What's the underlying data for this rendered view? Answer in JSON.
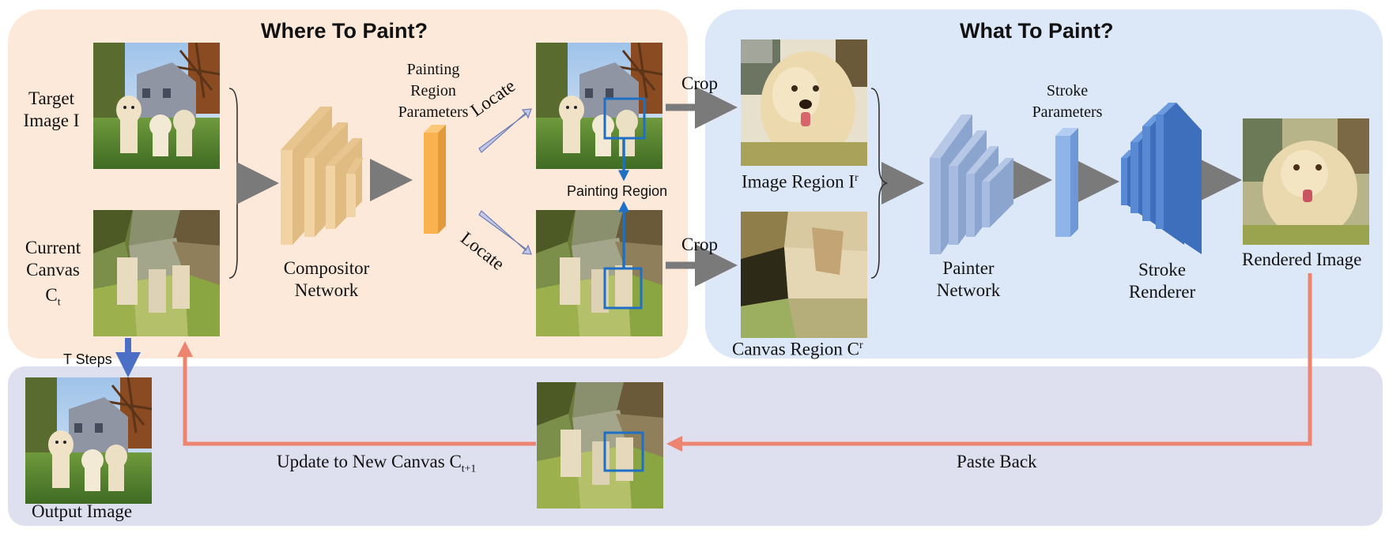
{
  "sections": {
    "where_title": "Where To Paint?",
    "what_title": "What To Paint?"
  },
  "labels": {
    "target_image": "Target\nImage I",
    "current_canvas": "Current\nCanvas",
    "current_canvas_symbol": "C",
    "current_canvas_sub": "t",
    "compositor_network": "Compositor\nNetwork",
    "painting_region_parameters": "Painting\nRegion\nParameters",
    "locate_up": "Locate",
    "locate_down": "Locate",
    "painting_region": "Painting Region",
    "crop_top": "Crop",
    "crop_bottom": "Crop",
    "image_region": "Image Region I",
    "image_region_sup": "r",
    "canvas_region": "Canvas Region C",
    "canvas_region_sup": "r",
    "painter_network": "Painter\nNetwork",
    "stroke_parameters": "Stroke\nParameters",
    "stroke_renderer": "Stroke\nRenderer",
    "rendered_image": "Rendered Image",
    "t_steps": "T Steps",
    "output_image": "Output Image",
    "update_canvas": "Update to New Canvas C",
    "update_canvas_sub": "t+1",
    "paste_back": "Paste Back"
  },
  "colors": {
    "where_bg": "#fde9d9",
    "what_bg": "#dce8f8",
    "bottom_bg": "#dfe0ef",
    "compositor": "#f2d3a4",
    "region_param": "#f8b24f",
    "painter": "#9cb3d8",
    "stroke_param": "#8fb4e8",
    "renderer": "#4a7fcc",
    "feedback_arrow": "#ed8470",
    "locator_box": "#1f6fc4",
    "t_steps_arrow": "#4a6fc4",
    "gray_arrow": "#7a7a7a"
  },
  "icons": [
    "target-image",
    "current-canvas",
    "located-image",
    "located-canvas",
    "image-region",
    "canvas-region",
    "rendered-image",
    "output-image",
    "updated-canvas"
  ]
}
